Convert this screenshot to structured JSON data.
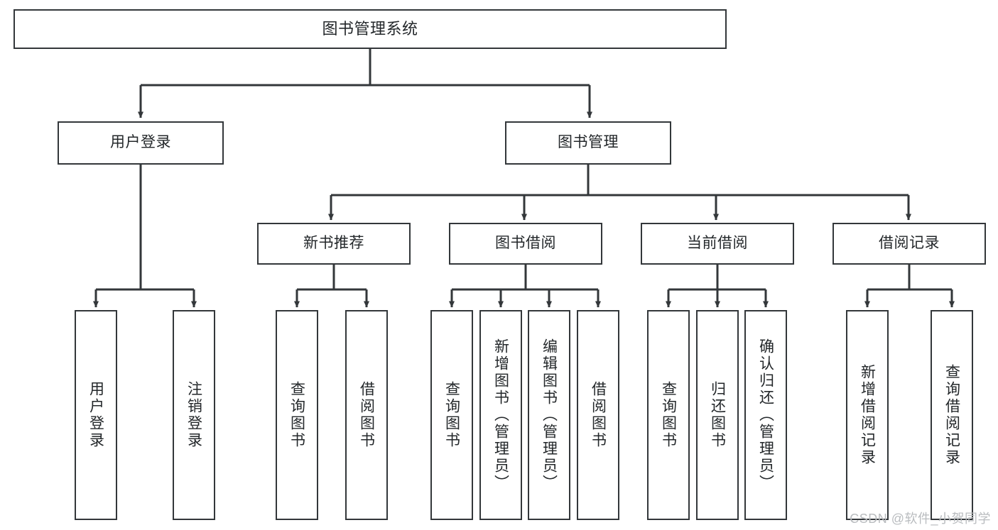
{
  "diagram": {
    "title": "图书管理系统",
    "type": "tree",
    "watermark": "CSDN @软件_小贺同学",
    "colors": {
      "border": "#33373a",
      "fill": "#ffffff",
      "text": "#23272a",
      "edge": "#33373a",
      "watermark": "#b9bcbf"
    },
    "nodes": {
      "root": {
        "label": "图书管理系统"
      },
      "level2": [
        {
          "id": "user-login",
          "label": "用户登录"
        },
        {
          "id": "book-manage",
          "label": "图书管理"
        }
      ],
      "level3": [
        {
          "id": "new-book-recommend",
          "label": "新书推荐"
        },
        {
          "id": "book-borrow",
          "label": "图书借阅"
        },
        {
          "id": "current-borrow",
          "label": "当前借阅"
        },
        {
          "id": "borrow-record",
          "label": "借阅记录"
        }
      ],
      "leaves": {
        "user-login": [
          {
            "id": "leaf-user-login",
            "label": "用户登录"
          },
          {
            "id": "leaf-user-logout",
            "label": "注销登录"
          }
        ],
        "new-book-recommend": [
          {
            "id": "leaf-query-book-1",
            "label": "查询图书"
          },
          {
            "id": "leaf-borrow-book-1",
            "label": "借阅图书"
          }
        ],
        "book-borrow": [
          {
            "id": "leaf-query-book-2",
            "label": "查询图书"
          },
          {
            "id": "leaf-add-book",
            "label": "新增图书（管理员）"
          },
          {
            "id": "leaf-edit-book",
            "label": "编辑图书（管理员）"
          },
          {
            "id": "leaf-borrow-book-2",
            "label": "借阅图书"
          }
        ],
        "current-borrow": [
          {
            "id": "leaf-query-book-3",
            "label": "查询图书"
          },
          {
            "id": "leaf-return-book",
            "label": "归还图书"
          },
          {
            "id": "leaf-confirm-return",
            "label": "确认归还（管理员）"
          }
        ],
        "borrow-record": [
          {
            "id": "leaf-add-record",
            "label": "新增借阅记录"
          },
          {
            "id": "leaf-query-record",
            "label": "查询借阅记录"
          }
        ]
      }
    }
  }
}
